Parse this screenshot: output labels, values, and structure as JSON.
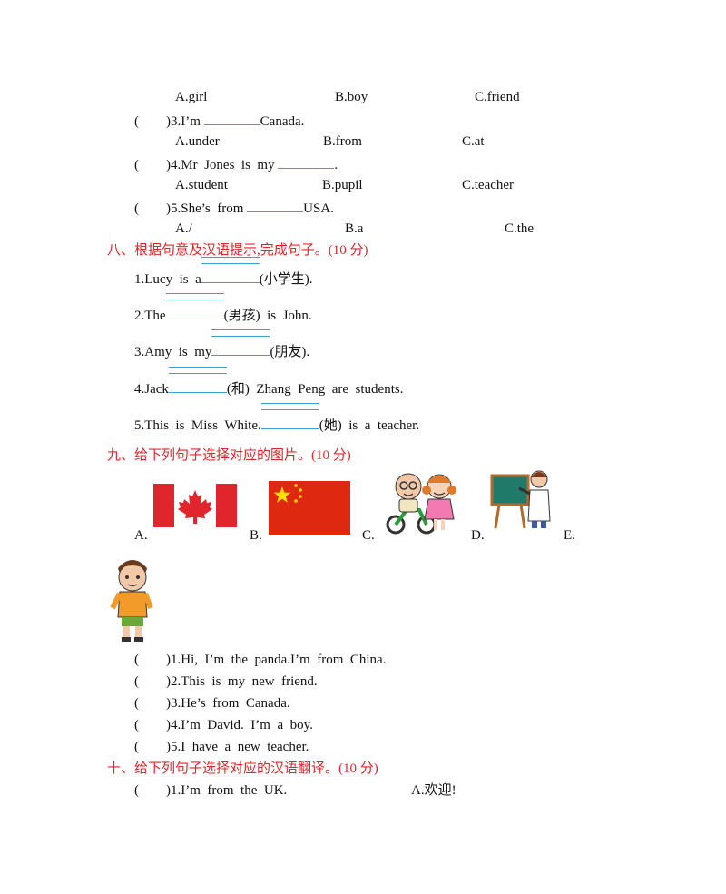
{
  "sec7": {
    "q2_options": [
      "A.girl",
      "B.boy",
      "C.friend"
    ],
    "q3": {
      "paren": "(",
      "close": ")3.I’m",
      "after": "Canada.",
      "options": [
        "A.under",
        "B.from",
        "C.at"
      ]
    },
    "q4": {
      "paren": "(",
      "close": ")4.Mr  Jones  is  my",
      "after": ".",
      "options": [
        "A.student",
        "B.pupil",
        "C.teacher"
      ]
    },
    "q5": {
      "paren": "(",
      "close": ")5.She’s  from",
      "after": "USA.",
      "options": [
        "A./",
        "B.a",
        "C.the"
      ]
    }
  },
  "sec8": {
    "heading": "八、根据句意及汉语提示,完成句子。(10 分)",
    "items": [
      {
        "before": "1.Lucy  is  a",
        "after": "(小学生)."
      },
      {
        "before": "2.The",
        "after": "(男孩)  is  John."
      },
      {
        "before": "3.Amy  is  my",
        "after": "(朋友)."
      },
      {
        "before": "4.Jack",
        "after": "(和)  Zhang  Peng  are  students."
      },
      {
        "before": "5.This  is  Miss  White.",
        "after": "(她)  is  a  teacher."
      }
    ]
  },
  "sec9": {
    "heading": "九、给下列句子选择对应的图片。(10 分)",
    "labels": [
      "A.",
      "B.",
      "C.",
      "D.",
      "E."
    ],
    "items": [
      ")1.Hi,  I’m  the  panda.I’m  from  China.",
      ")2.This  is  my  new  friend.",
      ")3.He’s  from  Canada.",
      ")4.I’m  David.  I’m  a  boy.",
      ")5.I  have  a  new  teacher."
    ],
    "paren": "("
  },
  "sec10": {
    "heading": "十、给下列句子选择对应的汉语翻译。(10 分)",
    "item1": ")1.I’m  from  the  UK.",
    "item1_option": "A.欢迎!",
    "paren": "("
  },
  "colors": {
    "heading": "#e0262c",
    "blank": "#3aa0d8",
    "canada_red": "#e0262c",
    "china_red": "#de2910",
    "star": "#ffde00"
  },
  "icons": {
    "a": "canada-flag-icon",
    "b": "china-flag-icon",
    "c": "kids-on-bike-icon",
    "d": "teacher-at-board-icon",
    "e": "boy-cartoon-icon"
  }
}
